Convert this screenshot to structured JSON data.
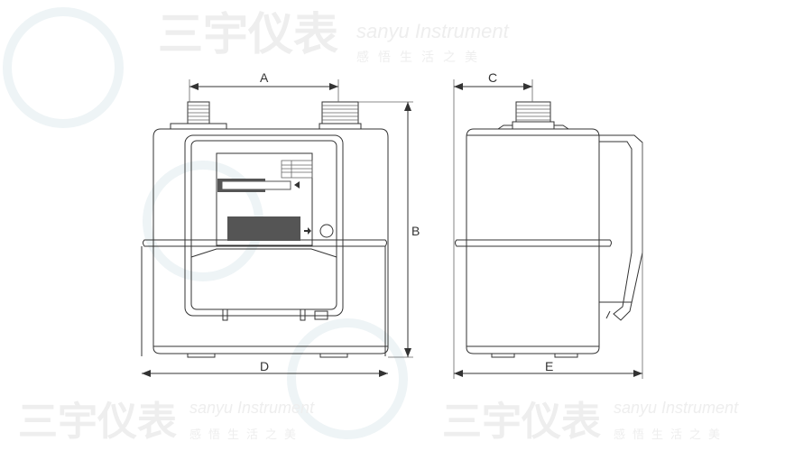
{
  "watermark": {
    "brand_cn": "三宇仪表",
    "brand_en": "sanyu Instrument",
    "slogan": "感悟生活之美"
  },
  "dimensions": {
    "a": "A",
    "b": "B",
    "c": "C",
    "d": "D",
    "e": "E"
  },
  "colors": {
    "line": "#333333",
    "watermark": "#eeeeee",
    "display": "#555555"
  }
}
